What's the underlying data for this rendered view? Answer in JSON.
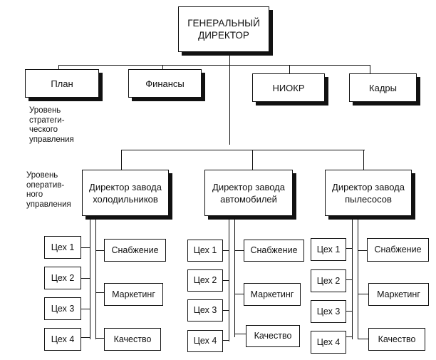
{
  "top": {
    "label_line1": "ГЕНЕРАЛЬНЫЙ",
    "label_line2": "ДИРЕКТОР"
  },
  "strategic": {
    "units": [
      {
        "label": "План"
      },
      {
        "label": "Финансы"
      },
      {
        "label": "НИОКР"
      },
      {
        "label": "Кадры"
      }
    ],
    "level_label": [
      "Уровень",
      "стратеги-",
      "ческого",
      "управления"
    ]
  },
  "operational": {
    "level_label": [
      "Уровень",
      "оператив-",
      "ного",
      "управления"
    ],
    "plants": [
      {
        "title_line1": "Директор завода",
        "title_line2": "холодильников",
        "workshops": [
          "Цех 1",
          "Цех 2",
          "Цех 3",
          "Цех 4"
        ],
        "functions": [
          "Снабжение",
          "Маркетинг",
          "Качество"
        ]
      },
      {
        "title_line1": "Директор завода",
        "title_line2": "автомобилей",
        "workshops": [
          "Цех 1",
          "Цех 2",
          "Цех 3",
          "Цех 4"
        ],
        "functions": [
          "Снабжение",
          "Маркетинг",
          "Качество"
        ]
      },
      {
        "title_line1": "Директор завода",
        "title_line2": "пылесосов",
        "workshops": [
          "Цех 1",
          "Цех 2",
          "Цех 3",
          "Цех 4"
        ],
        "functions": [
          "Снабжение",
          "Маркетинг",
          "Качество"
        ]
      }
    ]
  }
}
